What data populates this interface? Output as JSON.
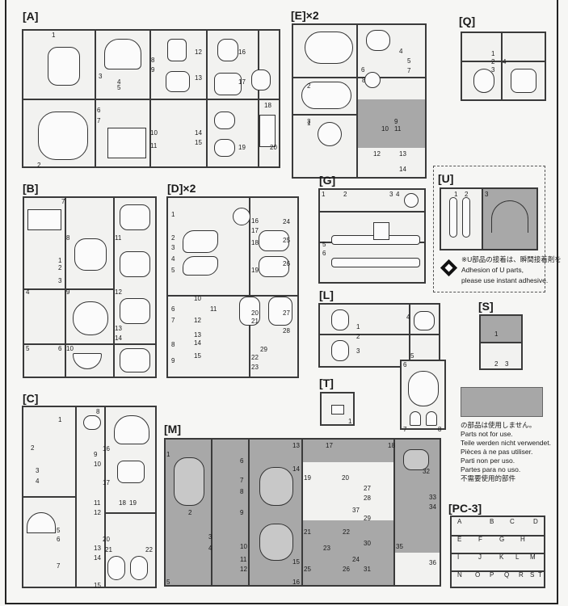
{
  "sections": {
    "A": "[A]",
    "E": "[E]×2",
    "Q": "[Q]",
    "B": "[B]",
    "D": "[D]×2",
    "G": "[G]",
    "U": "[U]",
    "L": "[L]",
    "S": "[S]",
    "T": "[T]",
    "C": "[C]",
    "M": "[M]",
    "PC3": "[PC-3]"
  },
  "numbers": {
    "A": [
      "1",
      "2",
      "3",
      "4",
      "5",
      "6",
      "7",
      "8",
      "9",
      "10",
      "11",
      "12",
      "13",
      "14",
      "15",
      "16",
      "17",
      "18",
      "19",
      "20"
    ],
    "E": [
      "1",
      "2",
      "3",
      "4",
      "5",
      "6",
      "7",
      "8",
      "9",
      "10",
      "11",
      "12",
      "13",
      "14"
    ],
    "Q": [
      "1",
      "2",
      "3",
      "4"
    ],
    "B": [
      "1",
      "2",
      "3",
      "4",
      "5",
      "6",
      "7",
      "8",
      "9",
      "10",
      "11",
      "12",
      "13",
      "14"
    ],
    "D": [
      "1",
      "2",
      "3",
      "4",
      "5",
      "6",
      "7",
      "8",
      "9",
      "10",
      "11",
      "12",
      "13",
      "14",
      "15",
      "16",
      "17",
      "18",
      "19",
      "20",
      "21",
      "22",
      "23",
      "24",
      "25",
      "26",
      "27",
      "28",
      "29"
    ],
    "G": [
      "1",
      "2",
      "3",
      "4",
      "5",
      "6"
    ],
    "U": [
      "1",
      "2",
      "3"
    ],
    "L": [
      "1",
      "2",
      "3",
      "4",
      "5",
      "6",
      "7",
      "8"
    ],
    "S": [
      "1",
      "2",
      "3"
    ],
    "T": [
      "1"
    ],
    "C": [
      "1",
      "2",
      "3",
      "4",
      "5",
      "6",
      "7",
      "8",
      "9",
      "10",
      "11",
      "12",
      "13",
      "14",
      "15",
      "16",
      "17",
      "18",
      "19",
      "20",
      "21",
      "22"
    ],
    "M": [
      "1",
      "2",
      "3",
      "4",
      "5",
      "6",
      "7",
      "8",
      "9",
      "10",
      "11",
      "12",
      "13",
      "14",
      "15",
      "16",
      "17",
      "18",
      "19",
      "20",
      "21",
      "22",
      "23",
      "24",
      "25",
      "26",
      "27",
      "28",
      "29",
      "30",
      "31",
      "32",
      "33",
      "34",
      "35",
      "36",
      "37"
    ],
    "PC3": [
      "A",
      "B",
      "C",
      "D",
      "E",
      "F",
      "G",
      "H",
      "I",
      "J",
      "K",
      "L",
      "M",
      "N",
      "O",
      "P",
      "Q",
      "R",
      "S",
      "T"
    ]
  },
  "u_note": {
    "jp": "※U部品の接着は、瞬間接着剤を",
    "en1": "Adhesion of U parts,",
    "en2": "please use instant adhesive."
  },
  "not_for_use": {
    "jp": "の部品は使用しません。",
    "en": "Parts not for use.",
    "de": "Teile werden nicht verwendet.",
    "fr": "Pièces à ne pas utiliser.",
    "it": "Parti non per uso.",
    "es": "Partes para no uso.",
    "zh": "不需要使用的部件"
  },
  "colors": {
    "frame": "#3a3a3a",
    "gray_area": "#b4b4b4",
    "paper": "#f6f6f4"
  }
}
